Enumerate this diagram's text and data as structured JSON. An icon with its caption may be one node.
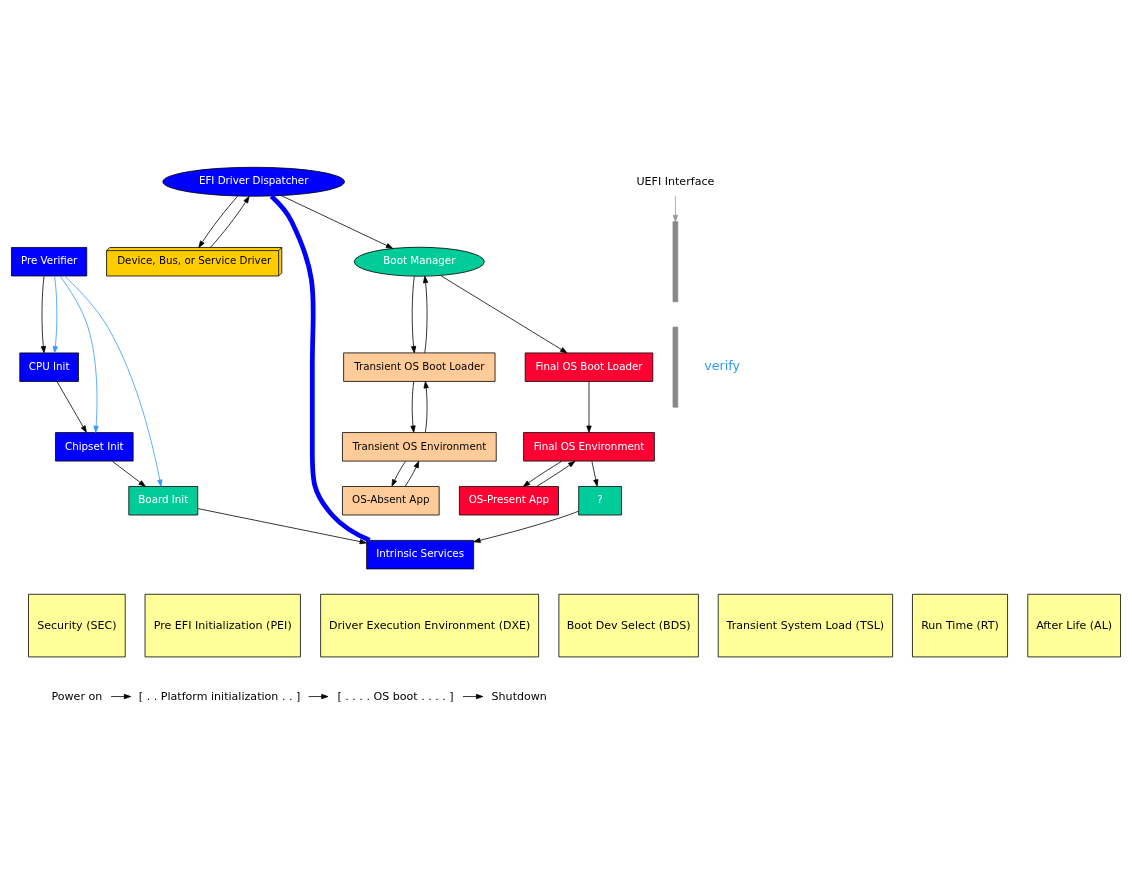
{
  "diagram": {
    "nodes": [
      {
        "text": [
          "Pre Verifier"
        ]
      },
      {
        "text": [
          "CPU Init"
        ]
      },
      {
        "text": [
          "Chipset Init"
        ]
      },
      {
        "text": [
          "Board Init"
        ]
      },
      {
        "text": [
          "Device, Bus, or Service Driver"
        ]
      },
      {
        "text": [
          "EFI Driver Dispatcher"
        ]
      },
      {
        "text": [
          "Intrinsic Services"
        ]
      },
      {
        "text": [
          "Boot Manager"
        ]
      },
      {
        "text": [
          "OS-Absent App"
        ]
      },
      {
        "text": [
          "Transient OS Environment"
        ]
      },
      {
        "text": [
          "Transient OS Boot Loader"
        ]
      },
      {
        "text": [
          "OS-Present App"
        ]
      },
      {
        "text": [
          "Final OS Boot Loader"
        ]
      },
      {
        "text": [
          "Final OS Environment"
        ]
      },
      {
        "text": [
          "?"
        ]
      },
      {
        "text": [
          "Security (SEC)"
        ]
      },
      {
        "text": [
          "Pre EFI Initialization (PEI)"
        ]
      },
      {
        "text": [
          "Driver Execution Environment (DXE)"
        ]
      },
      {
        "text": [
          "Boot Dev Select (BDS)"
        ]
      },
      {
        "text": [
          "Transient System Load (TSL)"
        ]
      },
      {
        "text": [
          "Run Time (RT)"
        ]
      },
      {
        "text": [
          "After Life (AL)"
        ]
      },
      {
        "text": [
          "Power on"
        ]
      },
      {
        "text": [
          "[ . . Platform initialization . . ]"
        ]
      },
      {
        "text": [
          "[ . . . . OS boot . . . . ]"
        ]
      },
      {
        "text": [
          "Shutdown"
        ]
      },
      {
        "text": [
          "UEFI Interface"
        ]
      },
      {
        "text": [],
        "shape": "bar"
      },
      {
        "text": [],
        "shape": "bar"
      }
    ],
    "edges": [
      {
        "from": 0,
        "to": 1,
        "arrow": "to"
      },
      {
        "from": 0,
        "to": 1,
        "arrow": "to",
        "color": "#3399ff"
      },
      {
        "from": 0,
        "to": 2,
        "arrow": "to",
        "color": "#3399ff"
      },
      {
        "from": 0,
        "to": 3,
        "arrow": "to",
        "color": "#3399ff"
      },
      {
        "from": 1,
        "to": 2,
        "arrow": "to"
      },
      {
        "from": 2,
        "to": 3,
        "arrow": "to"
      },
      {
        "from": 3,
        "to": 6,
        "arrow": "to"
      },
      {
        "from": 5,
        "to": 6,
        "arrow": "none",
        "style": "thick",
        "color": "#0000ff"
      },
      {
        "from": 5,
        "to": 4,
        "arrow": "to"
      },
      {
        "from": 4,
        "to": 5,
        "arrow": "to"
      },
      {
        "from": 5,
        "to": 7,
        "arrow": "to"
      },
      {
        "from": 7,
        "to": 10,
        "arrow": "to"
      },
      {
        "from": 10,
        "to": 7,
        "arrow": "to"
      },
      {
        "from": 10,
        "to": 9,
        "arrow": "to"
      },
      {
        "from": 9,
        "to": 10,
        "arrow": "to"
      },
      {
        "from": 9,
        "to": 8,
        "arrow": "to"
      },
      {
        "from": 8,
        "to": 9,
        "arrow": "to"
      },
      {
        "from": 7,
        "to": 12,
        "arrow": "to"
      },
      {
        "from": 12,
        "to": 13,
        "arrow": "to"
      },
      {
        "from": 13,
        "to": 11,
        "arrow": "to"
      },
      {
        "from": 11,
        "to": 13,
        "arrow": "to"
      },
      {
        "from": 13,
        "to": 14,
        "arrow": "to"
      },
      {
        "from": 14,
        "to": 6,
        "arrow": "to"
      },
      {
        "from": 26,
        "to": 27,
        "arrow": "to",
        "color": "#999999"
      },
      {
        "from": 22,
        "to": 23,
        "arrow": "to"
      },
      {
        "from": 23,
        "to": 24,
        "arrow": "to"
      },
      {
        "from": 24,
        "to": 25,
        "arrow": "to"
      }
    ],
    "labels": [
      "verify"
    ]
  }
}
